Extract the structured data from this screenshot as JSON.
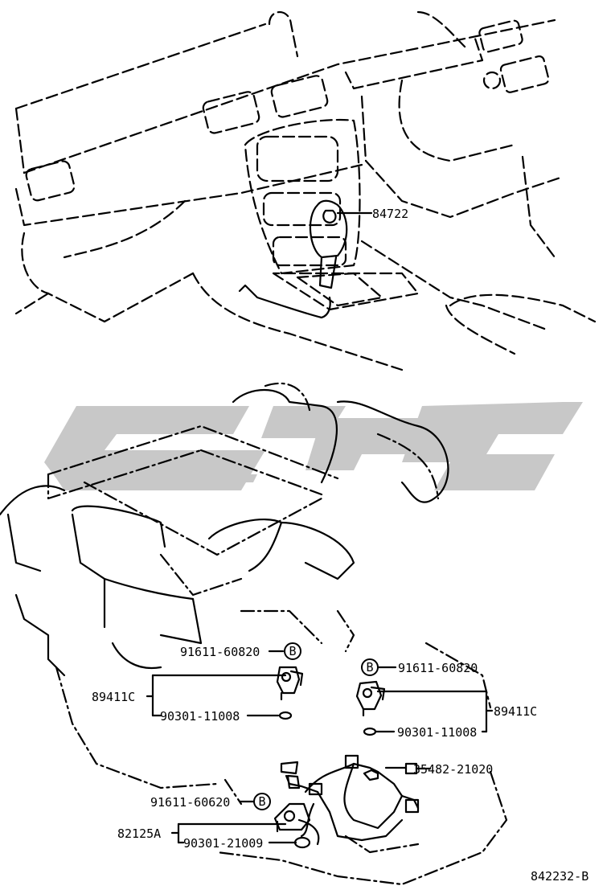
{
  "diagram": {
    "labels": {
      "knob_part": "84722",
      "left_bolt": "91611-60820",
      "left_sensor": "89411C",
      "left_oring": "90301-11008",
      "right_bolt": "91611-60820",
      "right_sensor": "89411C",
      "right_oring": "90301-11008",
      "harness_clamp": "35482-21020",
      "lower_bolt": "91611-60620",
      "lower_switch": "82125A",
      "lower_oring": "90301-21009",
      "figure_code": "842232-B"
    },
    "callout_marker": "B"
  },
  "colors": {
    "line": "#000000",
    "watermark": "#c8c8c8",
    "background": "#ffffff"
  }
}
